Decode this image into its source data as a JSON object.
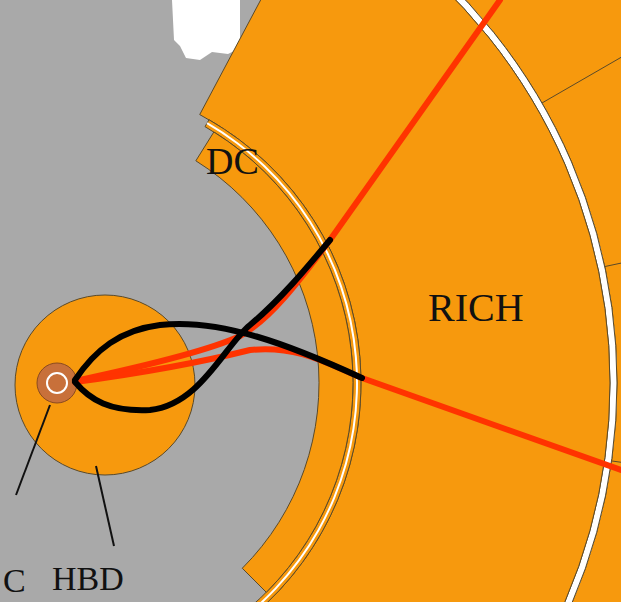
{
  "diagram": {
    "labels": [
      "DC",
      "RICH",
      "C",
      "HBD"
    ]
  }
}
